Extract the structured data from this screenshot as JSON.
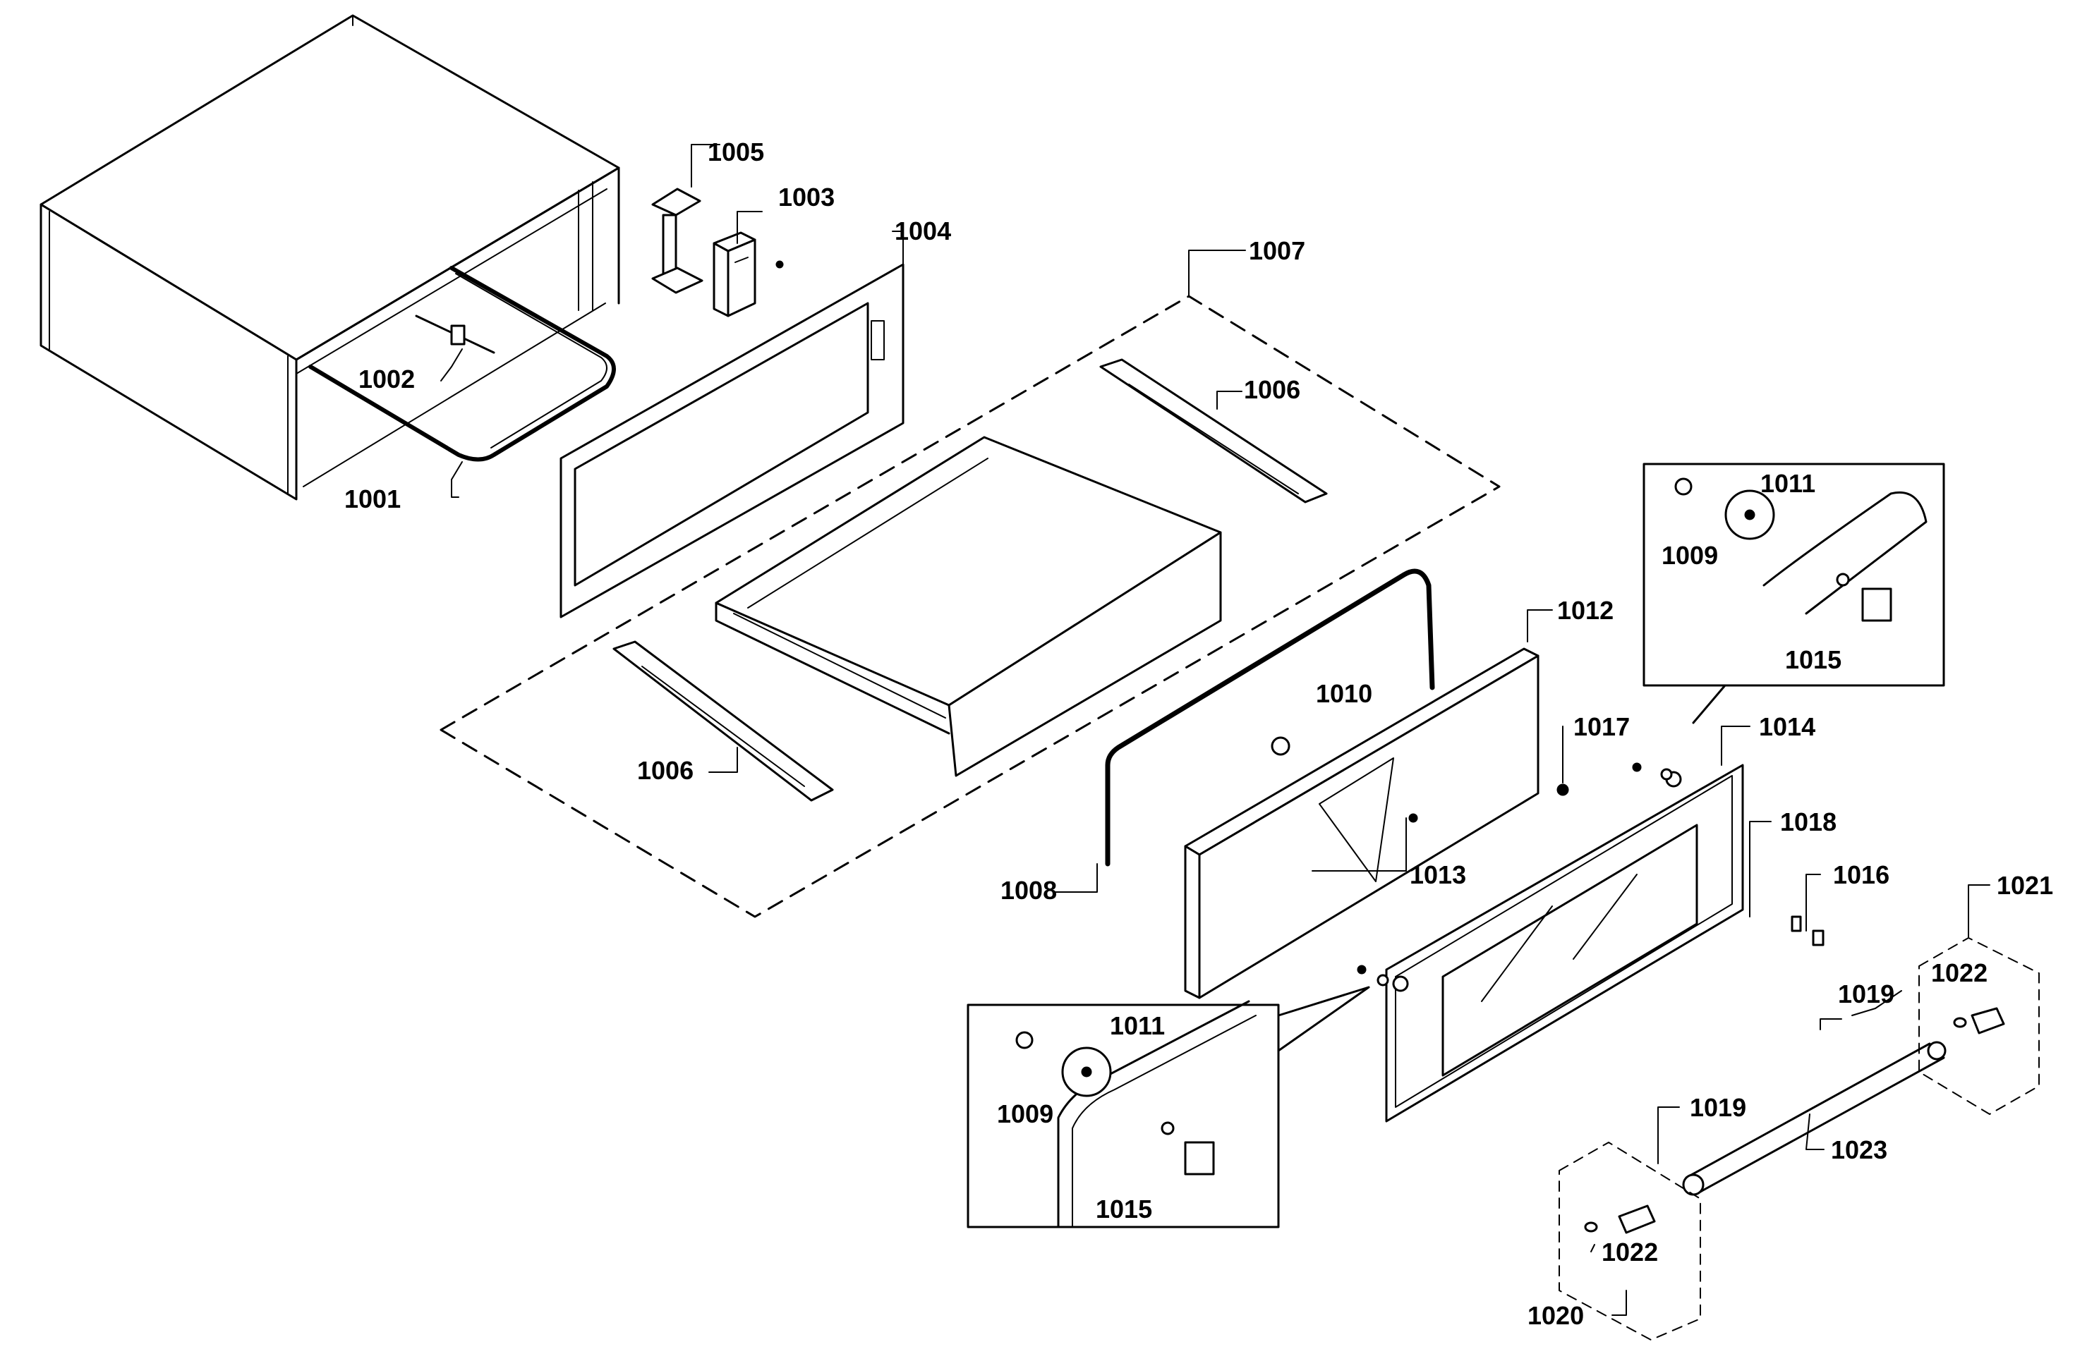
{
  "diagram": {
    "labels": {
      "p1001": "1001",
      "p1002": "1002",
      "p1003": "1003",
      "p1004": "1004",
      "p1005": "1005",
      "p1006a": "1006",
      "p1006b": "1006",
      "p1007": "1007",
      "p1008": "1008",
      "p1009a": "1009",
      "p1009b": "1009",
      "p1010": "1010",
      "p1011a": "1011",
      "p1011b": "1011",
      "p1012": "1012",
      "p1013": "1013",
      "p1014": "1014",
      "p1015a": "1015",
      "p1015b": "1015",
      "p1016": "1016",
      "p1017": "1017",
      "p1018": "1018",
      "p1019a": "1019",
      "p1019b": "1019",
      "p1020": "1020",
      "p1021": "1021",
      "p1022a": "1022",
      "p1022b": "1022",
      "p1023": "1023"
    }
  }
}
